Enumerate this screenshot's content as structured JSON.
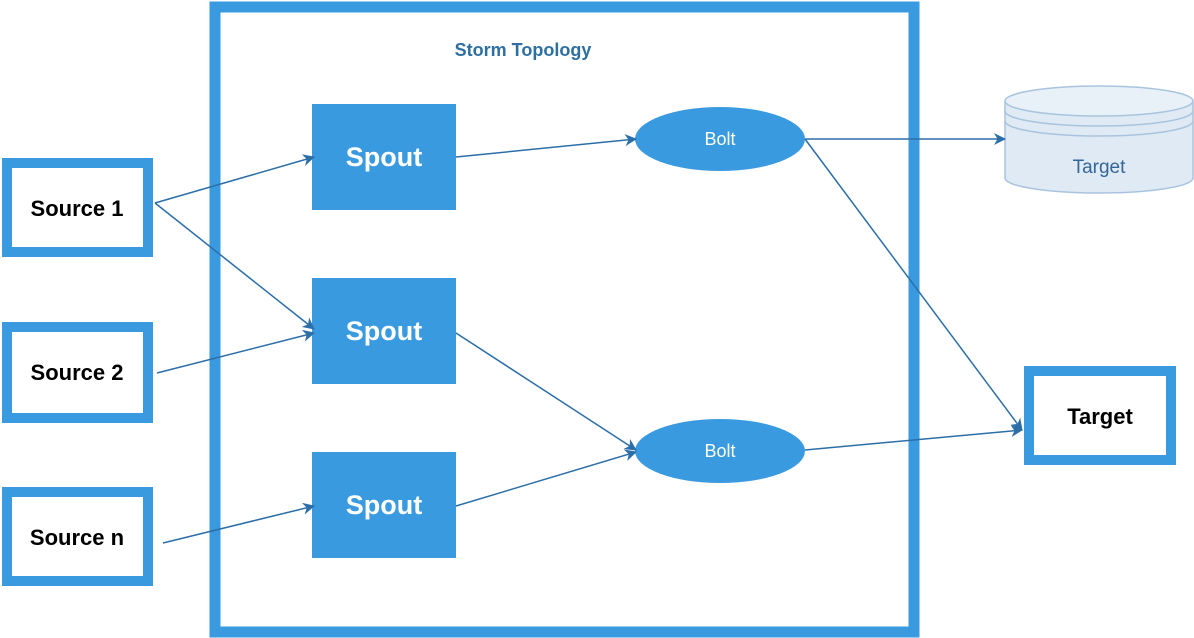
{
  "title": "Storm Topology",
  "sources": [
    {
      "label": "Source 1"
    },
    {
      "label": "Source 2"
    },
    {
      "label": "Source n"
    }
  ],
  "spouts": [
    {
      "label": "Spout"
    },
    {
      "label": "Spout"
    },
    {
      "label": "Spout"
    }
  ],
  "bolts": [
    {
      "label": "Bolt"
    },
    {
      "label": "Bolt"
    }
  ],
  "targets": {
    "database": {
      "label": "Target"
    },
    "box": {
      "label": "Target"
    }
  },
  "colors": {
    "box_border": "#3a9ae0",
    "node_fill": "#3a9ae0",
    "edge": "#2b6ea8",
    "title": "#2d6fa0",
    "database_fill": "#dfeaf5",
    "database_stroke": "#a9c4de",
    "database_text": "#336699"
  },
  "icons": {
    "database": "cylinder-database-icon",
    "arrowhead": "arrow-head"
  }
}
